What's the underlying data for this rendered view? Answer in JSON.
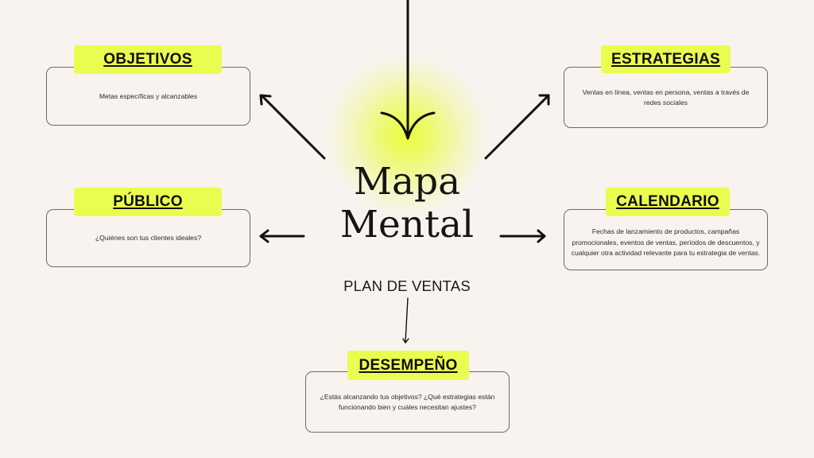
{
  "center": {
    "title_line1": "Mapa",
    "title_line2": "Mental",
    "subtitle": "PLAN DE VENTAS"
  },
  "nodes": {
    "objetivos": {
      "label": "OBJETIVOS",
      "text": "Metas específicas y alcanzables"
    },
    "estrategias": {
      "label": "ESTRATEGIAS",
      "text": "Ventas en línea, ventas en persona, ventas a través de redes sociales"
    },
    "publico": {
      "label": "PÚBLICO",
      "text": "¿Quiénes son tus clientes ideales?"
    },
    "calendario": {
      "label": "CALENDARIO",
      "text": "Fechas de lanzamiento de productos, campañas promocionales, eventos de ventas, períodos de descuentos, y cualquier otra actividad relevante para tu estrategia de ventas."
    },
    "desempeno": {
      "label": "DESEMPEÑO",
      "text": "¿Estás alcanzando tus objetivos? ¿Qué estrategias están funcionando bien y cuáles necesitan ajustes?"
    }
  },
  "colors": {
    "background": "#f8f3ee",
    "highlight": "#eafc4f",
    "border": "#6e6a66",
    "ink": "#111111"
  }
}
